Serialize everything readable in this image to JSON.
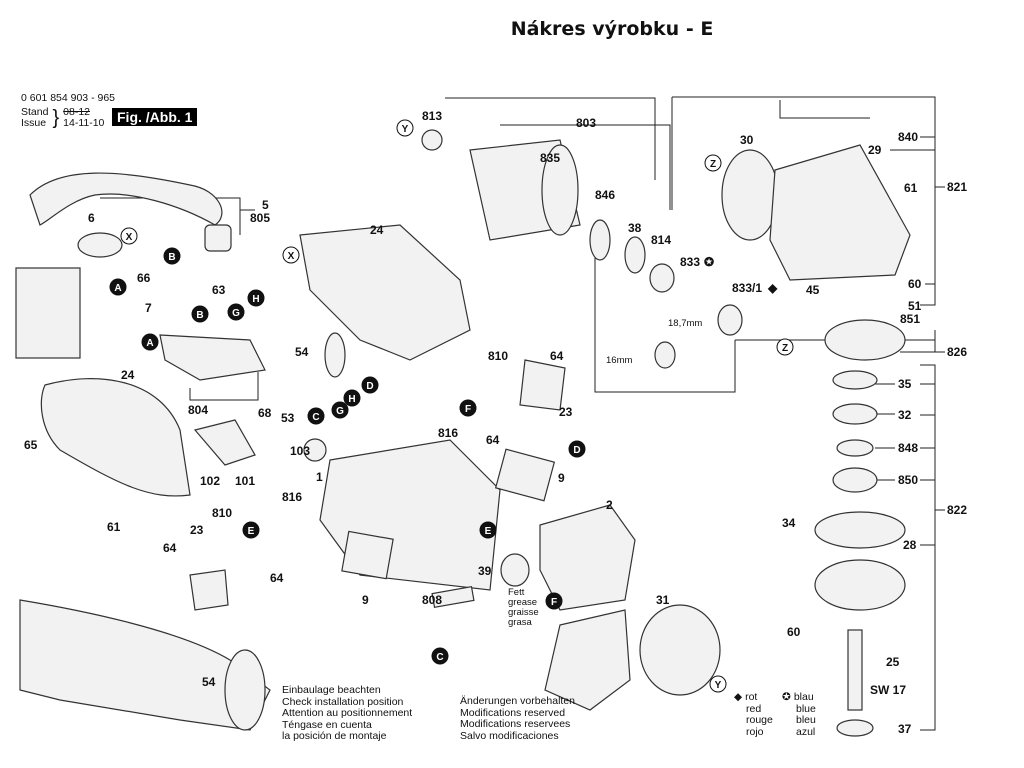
{
  "title": "Nákres výrobku - E",
  "header": {
    "part_number": "0 601 854 903 - 965",
    "stand_label": "Stand",
    "issue_label": "Issue",
    "stand_value_struck": "08-12",
    "issue_value": "14-11-10",
    "figure": "Fig. /Abb. 1"
  },
  "part_labels": [
    "813",
    "803",
    "835",
    "846",
    "38",
    "814",
    "833",
    "833/1",
    "18,7mm",
    "16mm",
    "30",
    "840",
    "29",
    "821",
    "61",
    "60",
    "51",
    "851",
    "45",
    "826",
    "35",
    "32",
    "848",
    "850",
    "822",
    "34",
    "28",
    "60",
    "25",
    "SW 17",
    "37",
    "24",
    "54",
    "810",
    "64",
    "23",
    "816",
    "64",
    "9",
    "2",
    "103",
    "1",
    "39",
    "9",
    "808",
    "31",
    "6",
    "5",
    "805",
    "66",
    "63",
    "7",
    "24",
    "804",
    "68",
    "53",
    "65",
    "102",
    "101",
    "61",
    "816",
    "810",
    "23",
    "64",
    "64",
    "54"
  ],
  "grease_note": [
    "Fett",
    "grease",
    "graisse",
    "grasa"
  ],
  "connector_letters": [
    "B",
    "A",
    "B",
    "H",
    "G",
    "A",
    "D",
    "H",
    "G",
    "C",
    "F",
    "D",
    "E",
    "E",
    "F",
    "C"
  ],
  "reference_letters": [
    "Y",
    "Z",
    "X",
    "X",
    "Z",
    "Y"
  ],
  "install_note": [
    "Einbaulage beachten",
    "Check installation position",
    "Attention au positionnement",
    "Téngase en cuenta",
    "la posición de montaje"
  ],
  "modifications_note": [
    "Änderungen vorbehalten",
    "Modifications reserved",
    "Modifications reservees",
    "Salvo modificaciones"
  ],
  "legend": {
    "red_symbol": "◆",
    "red": [
      "rot",
      "red",
      "rouge",
      "rojo"
    ],
    "blue_symbol": "✪",
    "blue": [
      "blau",
      "blue",
      "bleu",
      "azul"
    ]
  }
}
